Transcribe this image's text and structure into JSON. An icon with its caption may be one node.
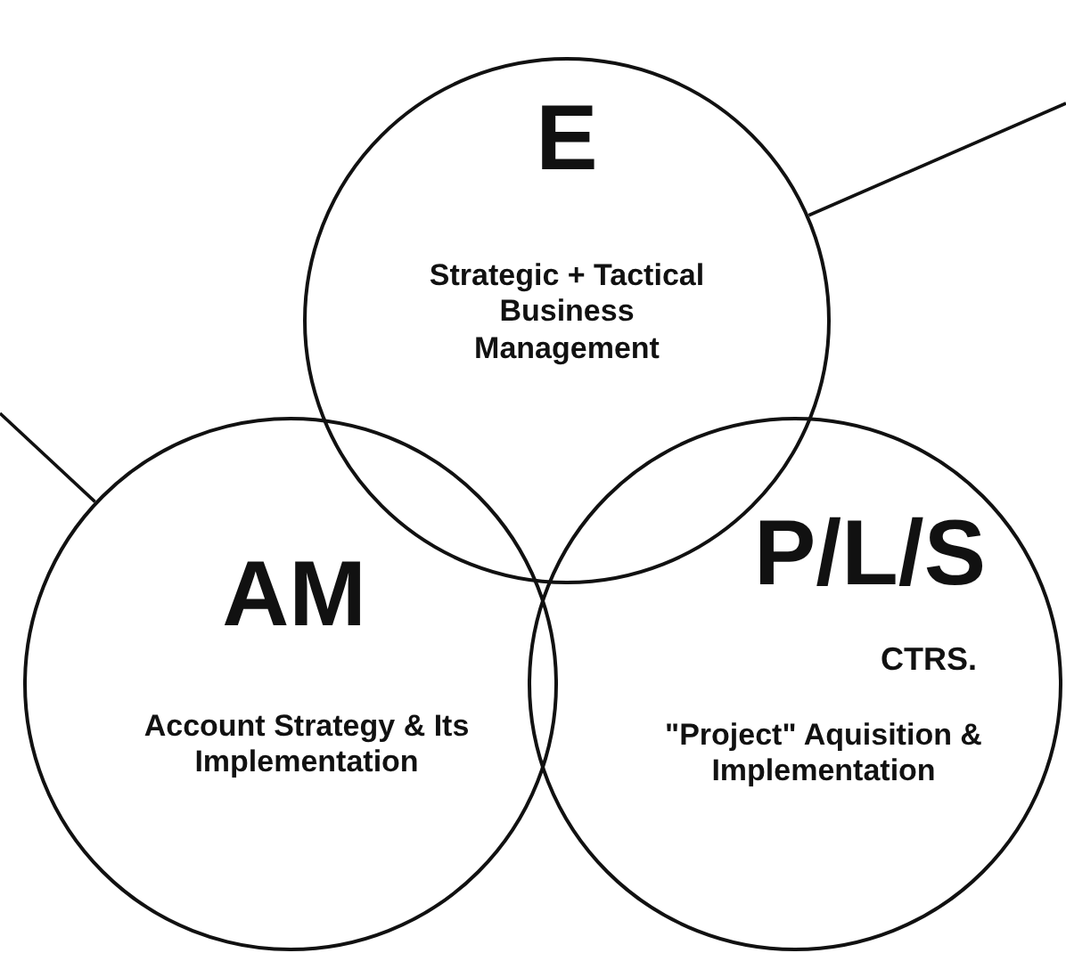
{
  "diagram": {
    "nodes": [
      {
        "text": [
          "E",
          "Strategic + Tactical Business Management"
        ]
      },
      {
        "text": [
          "AM",
          "Account Strategy & Its Implementation"
        ]
      },
      {
        "text": [
          "P/L/S",
          "CTRS.",
          "\"Project\" Aquisition & Implementation"
        ]
      }
    ],
    "edges": [
      {
        "from": null,
        "to": 1,
        "arrow": "none"
      },
      {
        "from": 0,
        "to": null,
        "arrow": "none"
      }
    ]
  }
}
